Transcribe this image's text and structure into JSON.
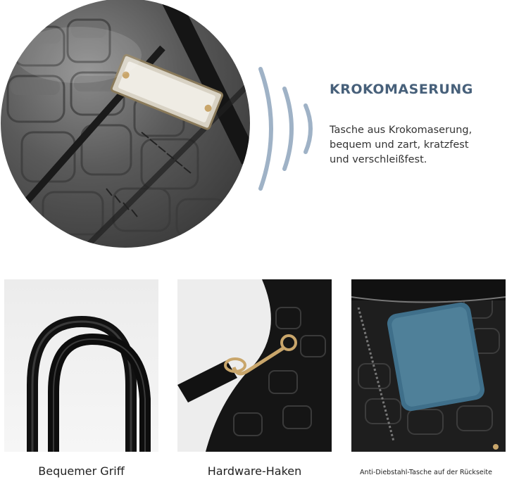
{
  "hero": {
    "title": "KROKOMASERUNG",
    "description_lines": [
      "Tasche aus Krokomaserung,",
      "bequem und zart, kratzfest",
      "und verschleißfest."
    ]
  },
  "features": [
    {
      "caption": "Bequemer Griff",
      "icon": "bag-handle-image"
    },
    {
      "caption": "Hardware-Haken",
      "icon": "hook-image"
    },
    {
      "caption": "Anti-Diebstahl-Tasche auf der Rückseite",
      "icon": "back-pocket-image"
    }
  ],
  "colors": {
    "accent": "#47607a",
    "wave": "#9fb2c6",
    "leather_dark": "#1e1e1e",
    "metal_gold": "#c9a66b",
    "phone_blue": "#3f6f8a"
  }
}
